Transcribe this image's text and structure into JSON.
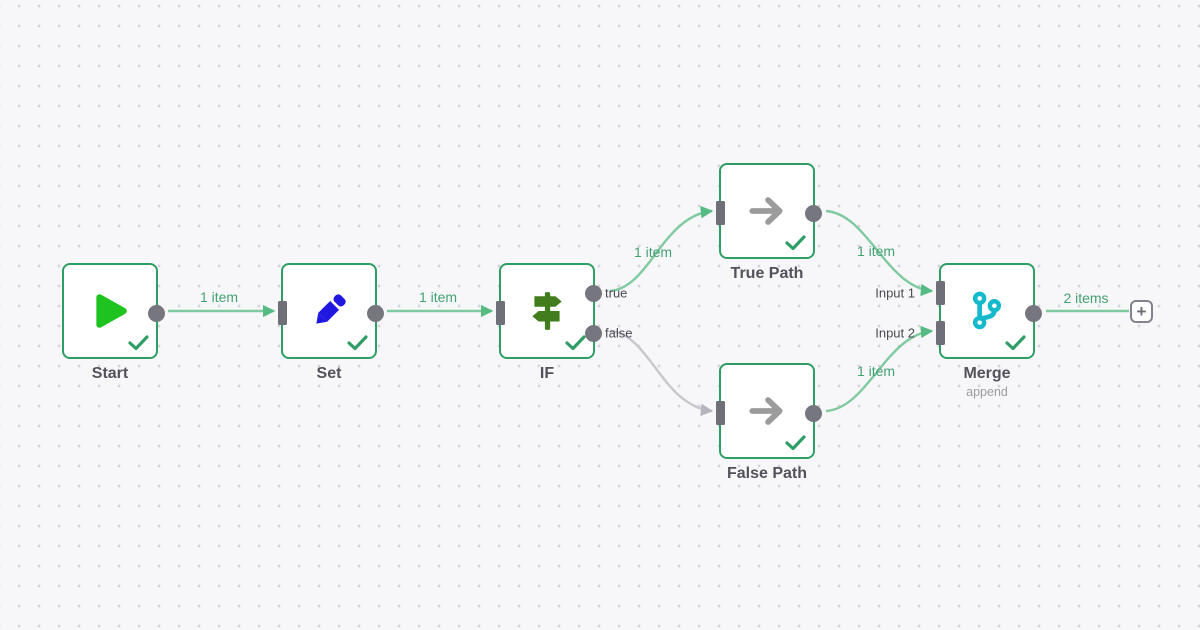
{
  "canvas": {
    "background": "#f7f7f9",
    "dot_color": "#d4d4da"
  },
  "colors": {
    "node_border": "#2f9e64",
    "connection_active": "#7fca9f",
    "connection_inactive": "#c7c7cd",
    "item_label": "#44a173",
    "endpoint_gray": "#76767f",
    "play_icon": "#1fc31f",
    "pencil_icon": "#2017e0",
    "signpost_icon": "#417d1d",
    "merge_icon": "#15b9cc"
  },
  "nodes": [
    {
      "id": "start",
      "label": "Start",
      "icon": "play-icon",
      "status": "success"
    },
    {
      "id": "set",
      "label": "Set",
      "icon": "pencil-icon",
      "status": "success"
    },
    {
      "id": "if",
      "label": "IF",
      "icon": "signpost-icon",
      "status": "success",
      "output_labels": [
        "true",
        "false"
      ]
    },
    {
      "id": "true-path",
      "label": "True Path",
      "icon": "arrow-right-icon",
      "status": "success"
    },
    {
      "id": "false-path",
      "label": "False Path",
      "icon": "arrow-right-icon",
      "status": "success"
    },
    {
      "id": "merge",
      "label": "Merge",
      "subtitle": "append",
      "icon": "merge-icon",
      "status": "success",
      "input_labels": [
        "Input 1",
        "Input 2"
      ]
    }
  ],
  "connections": [
    {
      "from": "Start",
      "to": "Set",
      "label": "1 item"
    },
    {
      "from": "Set",
      "to": "IF",
      "label": "1 item"
    },
    {
      "from": "IF:true",
      "to": "True Path",
      "label": "1 item"
    },
    {
      "from": "IF:false",
      "to": "False Path",
      "label": ""
    },
    {
      "from": "True Path",
      "to": "Merge:Input 1",
      "label": "1 item"
    },
    {
      "from": "False Path",
      "to": "Merge:Input 2",
      "label": "1 item"
    },
    {
      "from": "Merge",
      "to": "add-node",
      "label": "2 items"
    }
  ],
  "add_button": {
    "glyph": "+"
  }
}
